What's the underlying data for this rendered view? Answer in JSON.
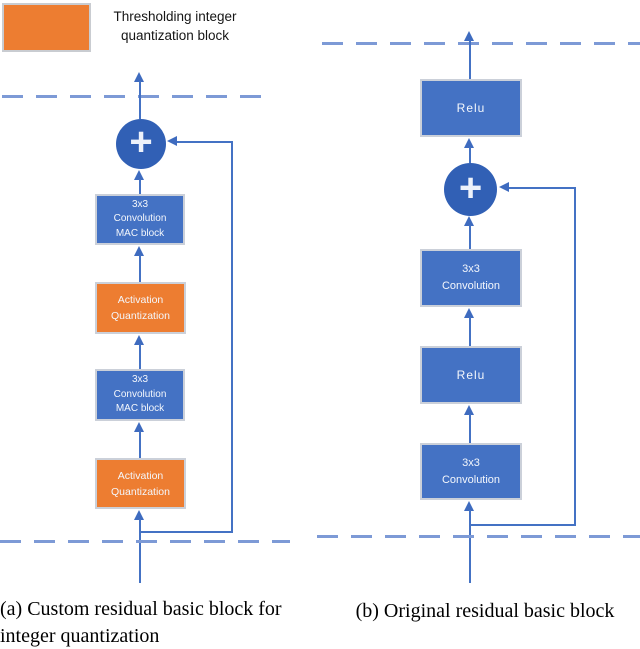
{
  "figure": {
    "legend": {
      "swatch_color": "#ED7D31",
      "label": "Thresholding integer\nquantization block"
    },
    "colors": {
      "block_blue": "#4472C4",
      "block_orange": "#ED7D31",
      "adder_circle_blue": "#3160B5",
      "arrow_blue": "#4472C4",
      "dashed_line_blue": "#7D9AD6",
      "block_border_gray": "#CBD0D9"
    },
    "diagram_a": {
      "caption": "(a) Custom residual basic block for\ninteger quantization",
      "adder_label": "+",
      "blocks": {
        "conv_mac_top": "3x3\nConvolution\nMAC block",
        "act_quant_top": "Activation\nQuantization",
        "conv_mac_bottom": "3x3\nConvolution\nMAC block",
        "act_quant_bottom": "Activation\nQuantization"
      }
    },
    "diagram_b": {
      "caption": "(b) Original residual basic block",
      "adder_label": "+",
      "blocks": {
        "relu_top": "Relu",
        "conv_top": "3x3\nConvolution",
        "relu_mid": "Relu",
        "conv_bottom": "3x3\nConvolution"
      }
    }
  }
}
